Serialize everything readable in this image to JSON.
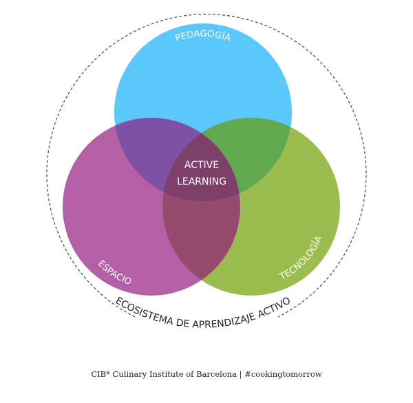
{
  "diagram": {
    "sets": [
      {
        "id": "pedagogia",
        "label": "PEDAGOGÍA",
        "color": "#5AC8FA"
      },
      {
        "id": "espacio",
        "label": "ESPACIO",
        "color": "#B460A6"
      },
      {
        "id": "tecnologia",
        "label": "TECNOLOGÍA",
        "color": "#9BBD4F"
      }
    ],
    "overlap_colors": {
      "pedagogia_espacio": "#7E51A6",
      "pedagogia_tecnologia": "#62A84F",
      "espacio_tecnologia": "#954A6E",
      "all": "#7D4069"
    },
    "center_label": {
      "line1": "ACTIVE",
      "line2": "LEARNING"
    },
    "ecosystem_label": "ECOSISTEMA DE APRENDIZAJE ACTIVO"
  },
  "footer": "CIB* Culinary Institute of Barcelona | #cookingtomorrow"
}
